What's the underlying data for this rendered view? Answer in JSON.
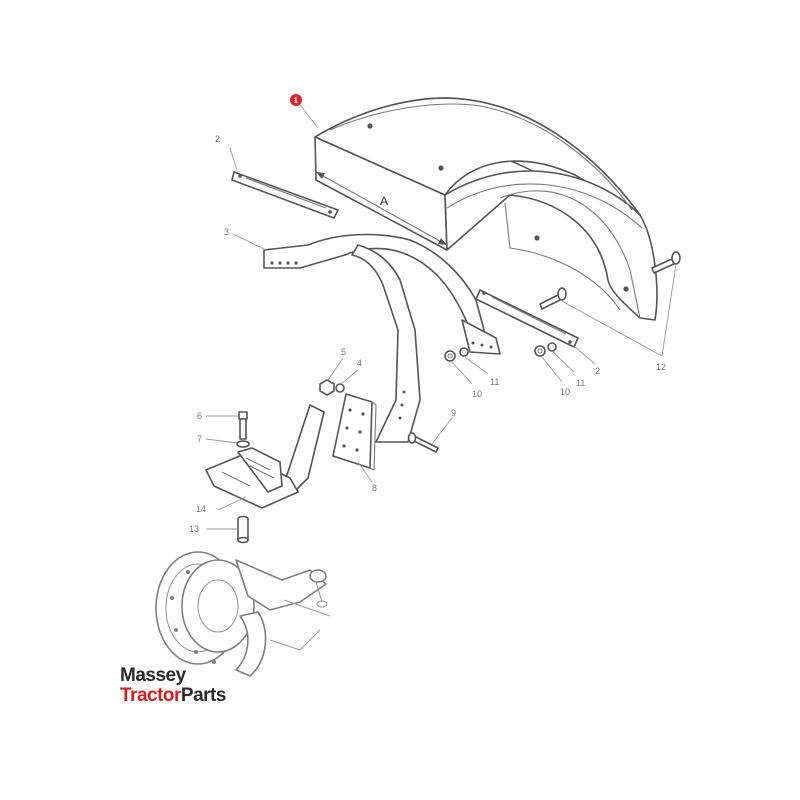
{
  "diagram": {
    "highlight_color": "#e0202a",
    "dimension_label": "A",
    "callouts": {
      "c1": "1",
      "c2a": "2",
      "c2b": "2",
      "c3": "3",
      "c4": "4",
      "c5": "5",
      "c6": "6",
      "c7": "7",
      "c8": "8",
      "c9": "9",
      "c10a": "10",
      "c10b": "10",
      "c11a": "11",
      "c11b": "11",
      "c12": "12",
      "c13": "13",
      "c14": "14"
    }
  },
  "logo": {
    "line1": "Massey",
    "line2_red": "Tractor",
    "line2_dark": "Parts",
    "red_color": "#d42020",
    "dark_color": "#2b2b2b"
  }
}
